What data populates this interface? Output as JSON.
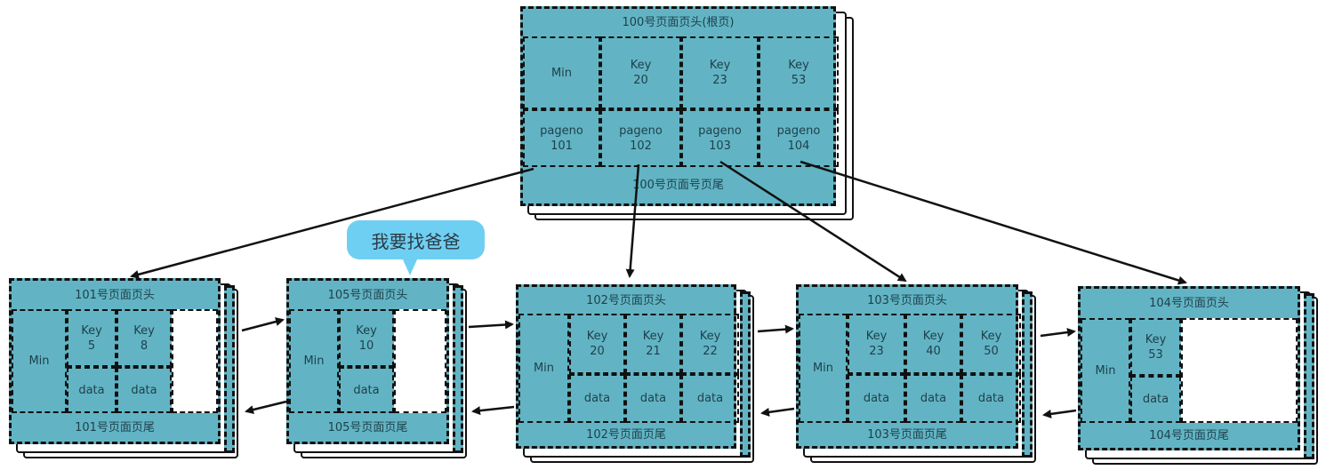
{
  "colors": {
    "page": "#62b4c4",
    "bubble": "#6fcff3"
  },
  "bubble": {
    "text": "我要找爸爸"
  },
  "pages": {
    "root": {
      "header": "100号页面页头(根页)",
      "footer": "100号页面号页尾",
      "min": "Min",
      "keys": [
        "Key\n20",
        "Key\n23",
        "Key\n53"
      ],
      "pagenos": [
        "pageno\n101",
        "pageno\n102",
        "pageno\n103",
        "pageno\n104"
      ]
    },
    "p101": {
      "header": "101号页面页头",
      "footer": "101号页面页尾",
      "min": "Min",
      "keys": [
        "Key\n5",
        "Key\n8"
      ],
      "data": [
        "data",
        "data"
      ]
    },
    "p105": {
      "header": "105号页面页头",
      "footer": "105号页面页尾",
      "min": "Min",
      "keys": [
        "Key\n10"
      ],
      "data": [
        "data"
      ]
    },
    "p102": {
      "header": "102号页面页头",
      "footer": "102号页面页尾",
      "min": "Min",
      "keys": [
        "Key\n20",
        "Key\n21",
        "Key\n22"
      ],
      "data": [
        "data",
        "data",
        "data"
      ]
    },
    "p103": {
      "header": "103号页面页头",
      "footer": "103号页面页尾",
      "min": "Min",
      "keys": [
        "Key\n23",
        "Key\n40",
        "Key\n50"
      ],
      "data": [
        "data",
        "data",
        "data"
      ]
    },
    "p104": {
      "header": "104号页面页头",
      "footer": "104号页面页尾",
      "min": "Min",
      "keys": [
        "Key\n53"
      ],
      "data": [
        "data"
      ]
    }
  }
}
